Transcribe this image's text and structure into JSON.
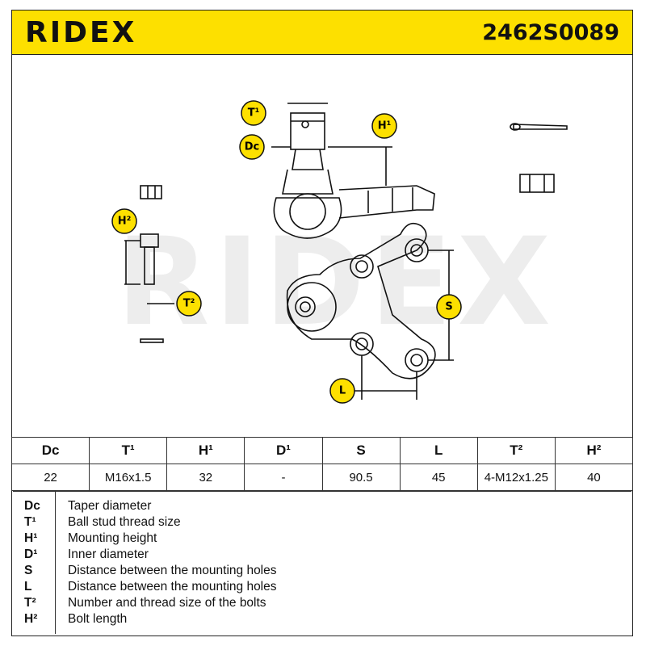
{
  "header": {
    "brand": "RIDEX",
    "part_number": "2462S0089",
    "accent_color": "#fde000"
  },
  "watermark": "RIDEX",
  "diagram_labels": {
    "t1": "T¹",
    "h1": "H¹",
    "dc": "Dc",
    "h2": "H²",
    "t2": "T²",
    "s": "S",
    "l": "L"
  },
  "spec_table": {
    "headers": [
      "Dc",
      "T¹",
      "H¹",
      "D¹",
      "S",
      "L",
      "T²",
      "H²"
    ],
    "values": [
      "22",
      "M16x1.5",
      "32",
      "-",
      "90.5",
      "45",
      "4-M12x1.25",
      "40"
    ]
  },
  "legend": [
    {
      "key": "Dc",
      "desc": "Taper diameter"
    },
    {
      "key": "T¹",
      "desc": "Ball stud thread size"
    },
    {
      "key": "H¹",
      "desc": "Mounting height"
    },
    {
      "key": "D¹",
      "desc": "Inner diameter"
    },
    {
      "key": "S",
      "desc": "Distance between the mounting holes"
    },
    {
      "key": "L",
      "desc": "Distance between the mounting holes"
    },
    {
      "key": "T²",
      "desc": "Number and thread size of the bolts"
    },
    {
      "key": "H²",
      "desc": "Bolt length"
    }
  ]
}
